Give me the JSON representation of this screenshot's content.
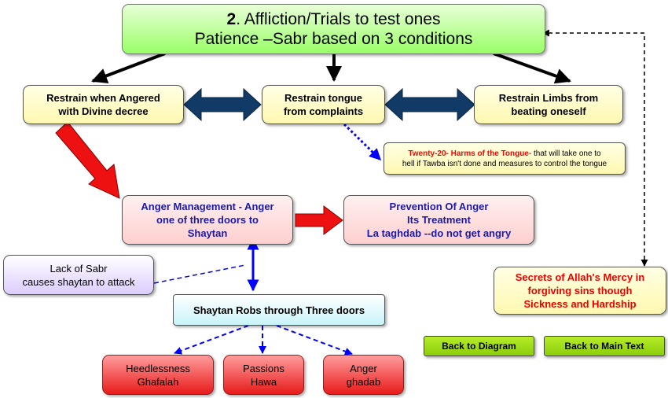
{
  "main": {
    "number": "2",
    "line1_rest": ". Affliction/Trials to test ones",
    "line2": "Patience –Sabr based on 3 conditions"
  },
  "conditions": {
    "anger": [
      "Restrain when Angered",
      "with Divine decree"
    ],
    "tongue": [
      "Restrain tongue",
      "from complaints"
    ],
    "limbs": [
      "Restrain Limbs from",
      "beating oneself"
    ]
  },
  "harms": {
    "title": "Twenty-20- Harms of the Tongue",
    "line1_rest": "- that will take one to",
    "line2": "hell if Tawba isn't done and measures to control the tongue"
  },
  "anger_mgmt": [
    "Anger Management - Anger",
    "one of three doors to",
    "Shaytan"
  ],
  "prevention": [
    "Prevention Of Anger",
    "Its Treatment",
    "La taghdab --do not get angry"
  ],
  "lack_sabr": [
    "Lack of Sabr",
    "causes shaytan to attack"
  ],
  "secrets": [
    "Secrets of Allah's Mercy in",
    "forgiving sins though",
    "Sickness and Hardship"
  ],
  "shaytan_robs": "Shaytan Robs through Three doors",
  "doors": [
    [
      "Heedlessness",
      "Ghafalah"
    ],
    [
      "Passions",
      "Hawa"
    ],
    [
      "Anger",
      "ghadab"
    ]
  ],
  "buttons": {
    "back_diagram": "Back to Diagram",
    "back_main": "Back to Main Text"
  },
  "colors": {
    "main_green": "#99ff66",
    "condition_yellow": "#fffbc8",
    "anger_pink": "#ffd6d6",
    "door_red": "#ee3333",
    "harms_title_red": "#ff0000",
    "secrets_text_red": "#ee0000",
    "button_green": "#99dd11",
    "double_arrow_navy": "#123a66",
    "connector_blue": "#0000ff"
  }
}
